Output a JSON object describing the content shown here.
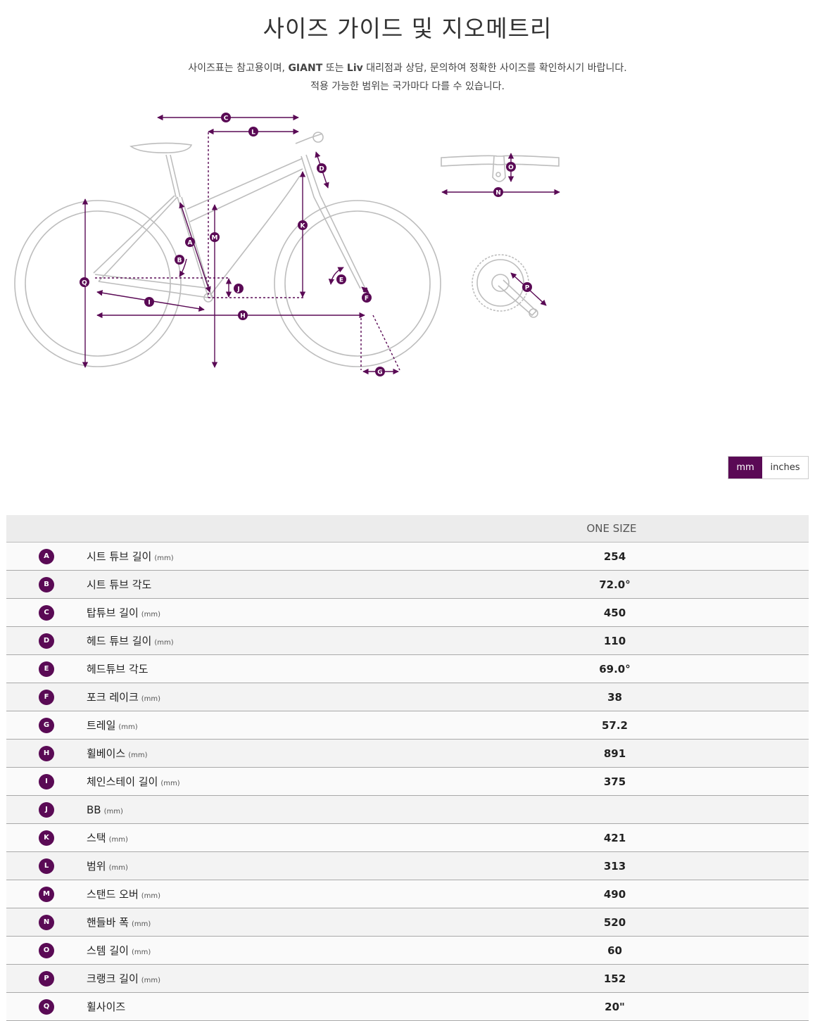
{
  "header": {
    "title": "사이즈 가이드 및 지오메트리",
    "subtitle_line1_pre": "사이즈표는 참고용이며, ",
    "subtitle_line1_brand1": "GIANT",
    "subtitle_line1_mid": " 또는 ",
    "subtitle_line1_brand2": "Liv",
    "subtitle_line1_post": " 대리점과 상담, 문의하여 정확한 사이즈를 확인하시기 바랍니다.",
    "subtitle_line2": "적용 가능한 범위는 국가마다 다를 수 있습니다."
  },
  "diagram": {
    "labels": [
      "A",
      "B",
      "C",
      "D",
      "E",
      "F",
      "G",
      "H",
      "I",
      "J",
      "K",
      "L",
      "M",
      "N",
      "O",
      "P",
      "Q"
    ],
    "accent_color": "#5a0a55",
    "line_color": "#bbbbbb"
  },
  "unit_toggle": {
    "mm_label": "mm",
    "inches_label": "inches",
    "selected": "mm"
  },
  "table": {
    "size_header": "ONE SIZE",
    "rows": [
      {
        "letter": "A",
        "label": "시트 튜브 길이",
        "unit": "(mm)",
        "value": "254"
      },
      {
        "letter": "B",
        "label": "시트 튜브 각도",
        "unit": "",
        "value": "72.0°"
      },
      {
        "letter": "C",
        "label": "탑튜브 길이",
        "unit": "(mm)",
        "value": "450"
      },
      {
        "letter": "D",
        "label": "헤드 튜브 길이",
        "unit": "(mm)",
        "value": "110"
      },
      {
        "letter": "E",
        "label": "헤드튜브 각도",
        "unit": "",
        "value": "69.0°"
      },
      {
        "letter": "F",
        "label": "포크 레이크",
        "unit": "(mm)",
        "value": "38"
      },
      {
        "letter": "G",
        "label": "트레일",
        "unit": "(mm)",
        "value": "57.2"
      },
      {
        "letter": "H",
        "label": "휠베이스",
        "unit": "(mm)",
        "value": "891"
      },
      {
        "letter": "I",
        "label": "체인스테이 길이",
        "unit": "(mm)",
        "value": "375"
      },
      {
        "letter": "J",
        "label": "BB",
        "unit": "(mm)",
        "value": ""
      },
      {
        "letter": "K",
        "label": "스택",
        "unit": "(mm)",
        "value": "421"
      },
      {
        "letter": "L",
        "label": "범위",
        "unit": "(mm)",
        "value": "313"
      },
      {
        "letter": "M",
        "label": "스탠드 오버",
        "unit": "(mm)",
        "value": "490"
      },
      {
        "letter": "N",
        "label": "핸들바 폭",
        "unit": "(mm)",
        "value": "520"
      },
      {
        "letter": "O",
        "label": "스템 길이",
        "unit": "(mm)",
        "value": "60"
      },
      {
        "letter": "P",
        "label": "크랭크 길이",
        "unit": "(mm)",
        "value": "152"
      },
      {
        "letter": "Q",
        "label": "휠사이즈",
        "unit": "",
        "value": "20\""
      }
    ]
  }
}
